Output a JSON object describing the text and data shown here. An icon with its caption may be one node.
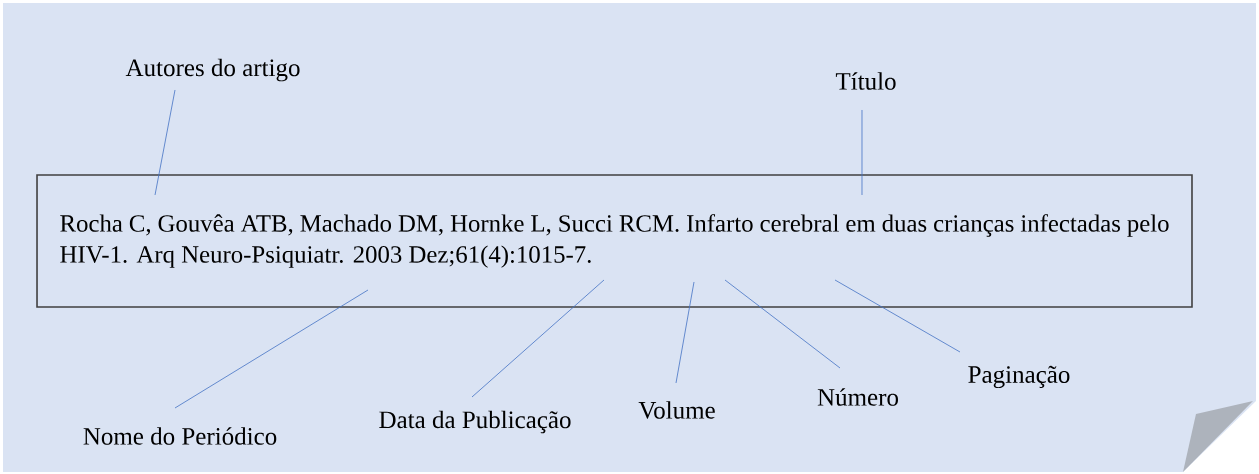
{
  "diagram": {
    "nodes": [
      {
        "text": [
          "Rocha C, Gouvêa ATB, Machado DM, Hornke L, Succi RCM. Infarto cerebral em duas crianças infectadas pelo HIV-1. Arq Neuro-Psiquiatr. 2003 Dez;61(4):1015-7."
        ]
      },
      {
        "text": [
          "Autores do artigo"
        ]
      },
      {
        "text": [
          "Título"
        ]
      },
      {
        "text": [
          "Nome do Periódico"
        ]
      },
      {
        "text": [
          "Data da Publicação"
        ]
      },
      {
        "text": [
          "Volume"
        ]
      },
      {
        "text": [
          "Número"
        ]
      },
      {
        "text": [
          "Paginação"
        ]
      }
    ],
    "edges": [
      {
        "from": 1,
        "to": 0,
        "arrow": "none"
      },
      {
        "from": 2,
        "to": 0,
        "arrow": "none"
      },
      {
        "from": 3,
        "to": 0,
        "arrow": "none"
      },
      {
        "from": 4,
        "to": 0,
        "arrow": "none"
      },
      {
        "from": 5,
        "to": 0,
        "arrow": "none"
      },
      {
        "from": 6,
        "to": 0,
        "arrow": "none"
      },
      {
        "from": 7,
        "to": 0,
        "arrow": "none"
      }
    ]
  }
}
